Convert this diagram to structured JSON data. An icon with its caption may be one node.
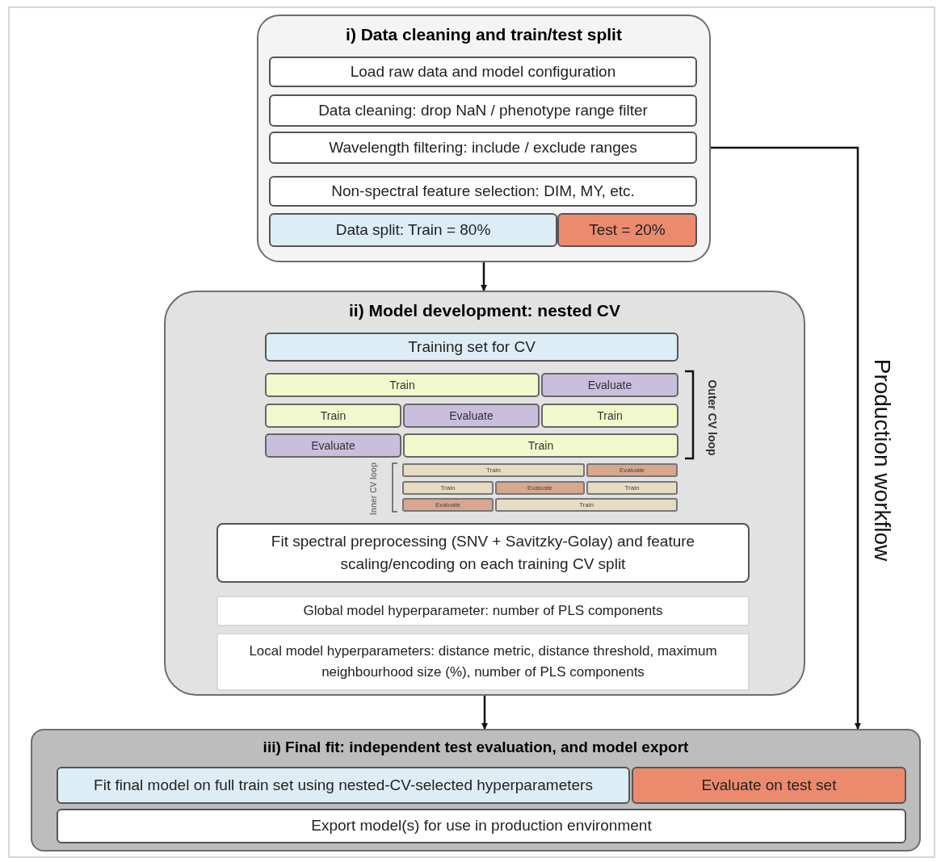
{
  "diagram": {
    "nodes": [
      {
        "text": [
          "i) Data cleaning and train/test split"
        ]
      },
      {
        "text": [
          "Load raw data and model configuration"
        ],
        "in": 0
      },
      {
        "text": [
          "Data cleaning: drop NaN / phenotype range filter"
        ],
        "in": 0
      },
      {
        "text": [
          "Wavelength filtering: include / exclude ranges"
        ],
        "in": 0
      },
      {
        "text": [
          "Non-spectral feature selection: DIM, MY, etc."
        ],
        "in": 0
      },
      {
        "text": [
          "Data split: Train = 80%"
        ],
        "in": 0
      },
      {
        "text": [
          "Test = 20%"
        ],
        "in": 0
      },
      {
        "text": [
          "ii) Model development: nested CV"
        ]
      },
      {
        "text": [
          "Training set for CV"
        ],
        "in": 7
      },
      {
        "text": [
          "Train"
        ],
        "in": 7
      },
      {
        "text": [
          "Evaluate"
        ],
        "in": 7
      },
      {
        "text": [
          "Train"
        ],
        "in": 7
      },
      {
        "text": [
          "Evaluate"
        ],
        "in": 7
      },
      {
        "text": [
          "Train"
        ],
        "in": 7
      },
      {
        "text": [
          "Evaluate"
        ],
        "in": 7
      },
      {
        "text": [
          "Train"
        ],
        "in": 7
      },
      {
        "text": [
          "Train"
        ],
        "in": 7
      },
      {
        "text": [
          "Evaluate"
        ],
        "in": 7
      },
      {
        "text": [
          "Train"
        ],
        "in": 7
      },
      {
        "text": [
          "Evaluate"
        ],
        "in": 7
      },
      {
        "text": [
          "Train"
        ],
        "in": 7
      },
      {
        "text": [
          "Evaluate"
        ],
        "in": 7
      },
      {
        "text": [
          "Train"
        ],
        "in": 7
      },
      {
        "text": [
          "Fit spectral preprocessing (SNV + Savitzky-Golay) and feature scaling/encoding on each training CV split"
        ],
        "in": 7
      },
      {
        "text": [
          "Global model hyperparameter: number of PLS components"
        ],
        "in": 7
      },
      {
        "text": [
          "Local model hyperparameters: distance metric, distance threshold, maximum neighbourhood size (%), number of PLS components"
        ],
        "in": 7
      },
      {
        "text": [
          "iii) Final fit: independent test evaluation, and model export"
        ]
      },
      {
        "text": [
          "Fit final model on full train set using nested-CV-selected hyperparameters"
        ],
        "in": 26
      },
      {
        "text": [
          "Evaluate on test set"
        ],
        "in": 26
      },
      {
        "text": [
          "Export model(s) for use in production environment"
        ],
        "in": 26
      }
    ],
    "edges": [
      {
        "from": 0,
        "to": 7,
        "arrow": "to"
      },
      {
        "from": 7,
        "to": 26,
        "arrow": "to"
      },
      {
        "from": 3,
        "to": 26,
        "arrow": "to",
        "label": "Production workflow"
      }
    ],
    "labels": [
      "Outer CV loop",
      "Inner CV loop"
    ]
  }
}
